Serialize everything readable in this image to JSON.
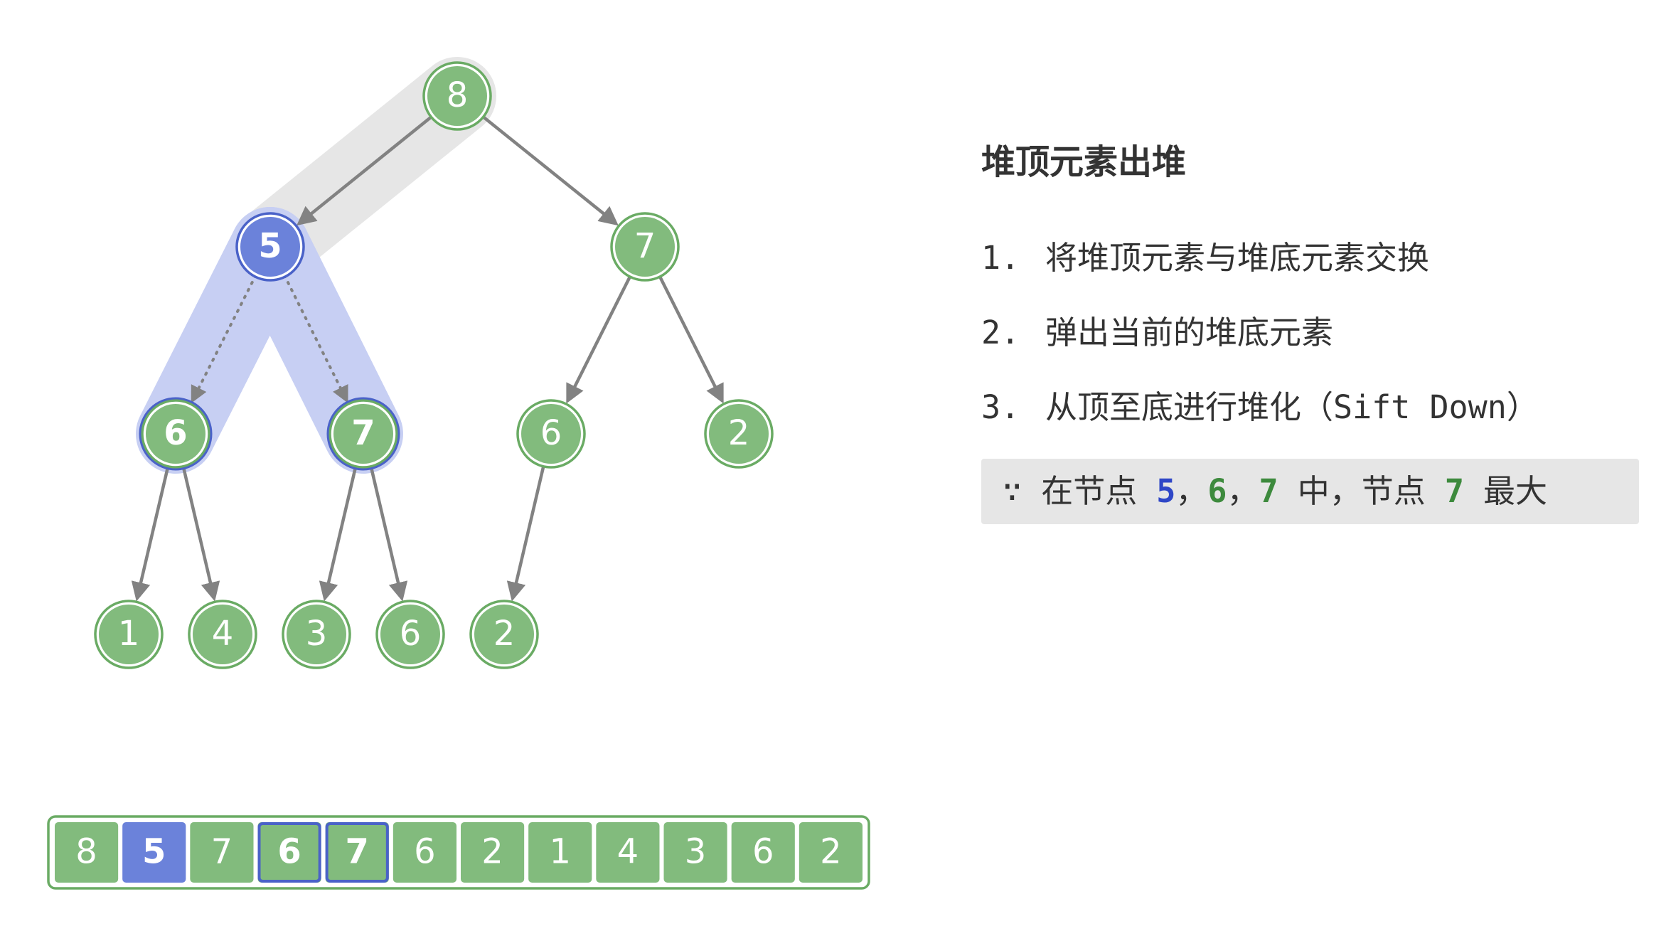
{
  "tree": {
    "nodes": [
      {
        "id": "n0",
        "value": "8",
        "state": "normal"
      },
      {
        "id": "n1",
        "value": "5",
        "state": "current"
      },
      {
        "id": "n2",
        "value": "7",
        "state": "normal"
      },
      {
        "id": "n3",
        "value": "6",
        "state": "compared"
      },
      {
        "id": "n4",
        "value": "7",
        "state": "compared"
      },
      {
        "id": "n5",
        "value": "6",
        "state": "normal"
      },
      {
        "id": "n6",
        "value": "2",
        "state": "normal"
      },
      {
        "id": "n7",
        "value": "1",
        "state": "normal"
      },
      {
        "id": "n8",
        "value": "4",
        "state": "normal"
      },
      {
        "id": "n9",
        "value": "3",
        "state": "normal"
      },
      {
        "id": "n10",
        "value": "6",
        "state": "normal"
      },
      {
        "id": "n11",
        "value": "2",
        "state": "normal"
      }
    ],
    "edges": [
      {
        "from": "n0",
        "to": "n1",
        "style": "solid"
      },
      {
        "from": "n0",
        "to": "n2",
        "style": "solid"
      },
      {
        "from": "n1",
        "to": "n3",
        "style": "dotted"
      },
      {
        "from": "n1",
        "to": "n4",
        "style": "dotted"
      },
      {
        "from": "n2",
        "to": "n5",
        "style": "solid"
      },
      {
        "from": "n2",
        "to": "n6",
        "style": "solid"
      },
      {
        "from": "n3",
        "to": "n7",
        "style": "solid"
      },
      {
        "from": "n3",
        "to": "n8",
        "style": "solid"
      },
      {
        "from": "n4",
        "to": "n9",
        "style": "solid"
      },
      {
        "from": "n4",
        "to": "n10",
        "style": "solid"
      },
      {
        "from": "n5",
        "to": "n11",
        "style": "solid"
      }
    ]
  },
  "array": [
    {
      "value": "8",
      "state": "normal"
    },
    {
      "value": "5",
      "state": "current"
    },
    {
      "value": "7",
      "state": "normal"
    },
    {
      "value": "6",
      "state": "compared"
    },
    {
      "value": "7",
      "state": "compared"
    },
    {
      "value": "6",
      "state": "normal"
    },
    {
      "value": "2",
      "state": "normal"
    },
    {
      "value": "1",
      "state": "normal"
    },
    {
      "value": "4",
      "state": "normal"
    },
    {
      "value": "3",
      "state": "normal"
    },
    {
      "value": "6",
      "state": "normal"
    },
    {
      "value": "2",
      "state": "normal"
    }
  ],
  "panel": {
    "heading": "堆顶元素出堆",
    "steps": [
      {
        "num": "1.",
        "text": "将堆顶元素与堆底元素交换"
      },
      {
        "num": "2.",
        "text": "弹出当前的堆底元素"
      },
      {
        "num": "3.",
        "text": "从顶至底进行堆化（Sift Down）"
      }
    ],
    "note": {
      "because": "∵",
      "prefix": "在节点",
      "v1": "5",
      "sep1": "，",
      "v2": "6",
      "sep2": "，",
      "v3": "7",
      "middle": "中，节点",
      "v4": "7",
      "suffix": "最大"
    }
  },
  "colors": {
    "green_fill": "#82bb7d",
    "green_ring": "#6aab64",
    "blue_fill": "#6b82da",
    "blue_ring": "#4a62c8",
    "edge": "#828282",
    "gray_highlight": "#e6e6e6",
    "blue_highlight": "#c7cff3"
  }
}
